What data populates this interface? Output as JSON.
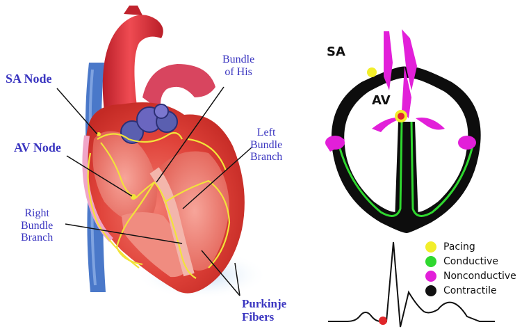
{
  "left_panel": {
    "labels": {
      "sa_node": "SA Node",
      "av_node": "AV Node",
      "bundle_of_his": "Bundle\nof His",
      "left_bundle_branch": "Left\nBundle\nBranch",
      "right_bundle_branch": "Right\nBundle\nBranch",
      "purkinje_fibers": "Purkinje\nFibers"
    }
  },
  "right_panel": {
    "sa_label": "SA",
    "av_label": "AV",
    "legend": [
      {
        "label": "Pacing",
        "color": "#f2ee2a"
      },
      {
        "label": "Conductive",
        "color": "#2fd82f"
      },
      {
        "label": "Nonconductive",
        "color": "#e21fd9"
      },
      {
        "label": "Contractile",
        "color": "#111111"
      }
    ]
  }
}
